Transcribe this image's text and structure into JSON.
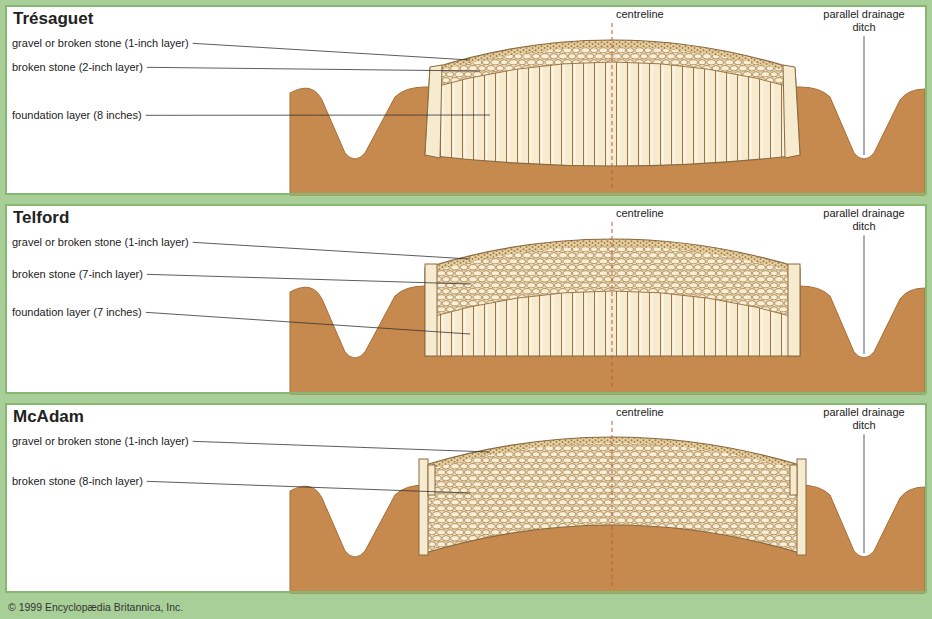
{
  "diagram": {
    "nodes": [
      {
        "text": [
          "Trésaguet"
        ]
      },
      {
        "text": [
          "Telford"
        ]
      },
      {
        "text": [
          "McAdam"
        ]
      }
    ],
    "labels": [
      "centreline",
      "parallel drainage ditch",
      "gravel or broken stone (1-inch layer)",
      "broken stone (2-inch layer)",
      "foundation layer (8 inches)",
      "centreline",
      "parallel drainage ditch",
      "gravel or broken stone (1-inch layer)",
      "broken stone (7-inch layer)",
      "foundation layer (7 inches)",
      "centreline",
      "parallel drainage ditch",
      "gravel or broken stone (1-inch layer)",
      "broken stone (8-inch layer)",
      "© 1999 Encyclopædia Britannica, Inc."
    ]
  }
}
